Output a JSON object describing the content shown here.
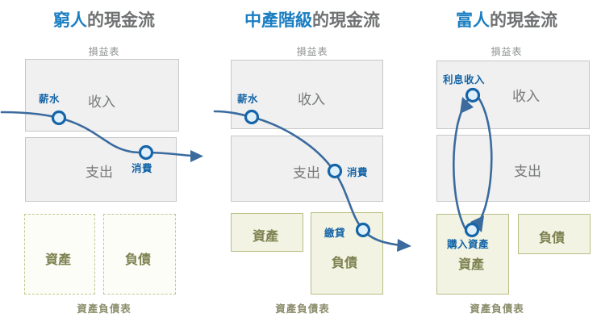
{
  "panels": [
    {
      "id": "poor",
      "title_highlight": "窮人",
      "title_rest": "的現金流",
      "income_statement_label": "損益表",
      "balance_sheet_label": "資產負債表",
      "income_box_label": "收入",
      "expense_box_label": "支出",
      "asset_box_label": "資產",
      "liability_box_label": "負債",
      "flow_nodes": [
        "薪水",
        "消費"
      ]
    },
    {
      "id": "middle",
      "title_highlight": "中產階級",
      "title_rest": "的現金流",
      "income_statement_label": "損益表",
      "balance_sheet_label": "資產負債表",
      "income_box_label": "收入",
      "expense_box_label": "支出",
      "asset_box_label": "資產",
      "liability_box_label": "負債",
      "flow_nodes": [
        "薪水",
        "消費",
        "繳貸"
      ]
    },
    {
      "id": "rich",
      "title_highlight": "富人",
      "title_rest": "的現金流",
      "income_statement_label": "損益表",
      "balance_sheet_label": "資產負債表",
      "income_box_label": "收入",
      "expense_box_label": "支出",
      "asset_box_label": "資產",
      "liability_box_label": "負債",
      "flow_nodes": [
        "利息收入",
        "購入資產"
      ]
    }
  ],
  "colors": {
    "accent_blue": "#1a7ec2",
    "title_gray": "#6e7071",
    "flow_blue": "#3a6a9e",
    "node_stroke": "#1565a8",
    "gray_box_fill": "#f0f0f0",
    "gray_box_border": "#c6c7c8",
    "green_box_fill": "#f2f3e3",
    "green_box_border": "#b9bf86",
    "green_text": "#7d8250"
  }
}
